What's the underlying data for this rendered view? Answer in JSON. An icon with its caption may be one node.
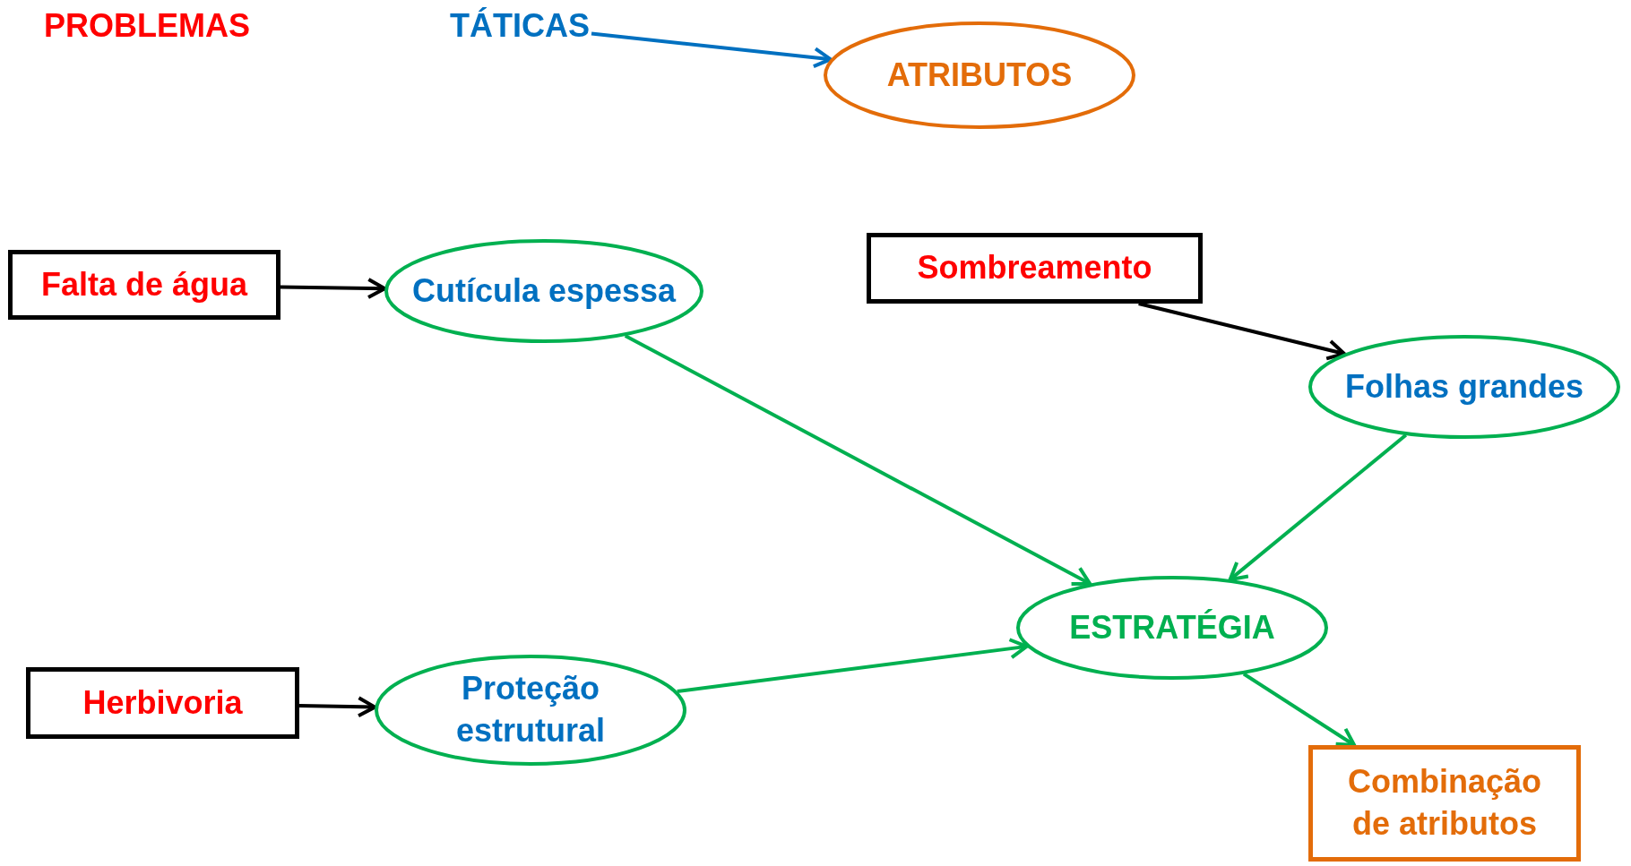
{
  "diagram": {
    "nodes": [
      {
        "text": [
          "TÁTICAS"
        ]
      },
      {
        "text": [
          "ATRIBUTOS"
        ]
      },
      {
        "text": [
          "Falta de água"
        ]
      },
      {
        "text": [
          "Cutícula espessa"
        ]
      },
      {
        "text": [
          "Sombreamento"
        ]
      },
      {
        "text": [
          "Folhas grandes"
        ]
      },
      {
        "text": [
          "ESTRATÉGIA"
        ]
      },
      {
        "text": [
          "Herbivoria"
        ]
      },
      {
        "text": [
          "Proteção estrutural"
        ]
      },
      {
        "text": [
          "Combinação de atributos"
        ]
      }
    ],
    "edges": [
      {
        "from": 0,
        "to": 1,
        "arrow": "to",
        "color": "#0070c0"
      },
      {
        "from": 2,
        "to": 3,
        "arrow": "to",
        "color": "#000000"
      },
      {
        "from": 4,
        "to": 5,
        "arrow": "to",
        "color": "#000000"
      },
      {
        "from": 7,
        "to": 8,
        "arrow": "to",
        "color": "#000000"
      },
      {
        "from": 3,
        "to": 6,
        "arrow": "to"
      },
      {
        "from": 5,
        "to": 6,
        "arrow": "to"
      },
      {
        "from": 8,
        "to": 6,
        "arrow": "to"
      },
      {
        "from": 6,
        "to": 9,
        "arrow": "to"
      }
    ],
    "labels": [
      "PROBLEMAS"
    ]
  }
}
